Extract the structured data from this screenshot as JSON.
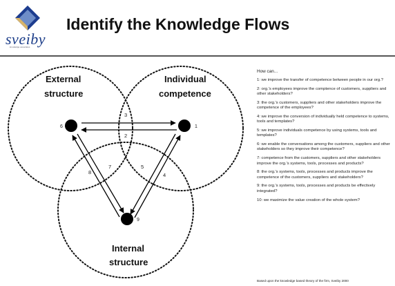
{
  "header": {
    "logo_text": "sveiby",
    "logo_subtext": "knowledge associates",
    "title": "Identify the Knowledge Flows"
  },
  "diagram": {
    "circles": [
      {
        "id": "external",
        "label_lines": [
          "External",
          "structure"
        ]
      },
      {
        "id": "individual",
        "label_lines": [
          "Individual",
          "competence"
        ]
      },
      {
        "id": "internal",
        "label_lines": [
          "Internal",
          "structure"
        ]
      }
    ],
    "nodes": [
      {
        "id": "external-node",
        "label": "6"
      },
      {
        "id": "individual-node",
        "label": "1"
      },
      {
        "id": "internal-node",
        "label": "9"
      }
    ],
    "flows": [
      {
        "id": "3",
        "from": "external-node",
        "to": "individual-node"
      },
      {
        "id": "2",
        "from": "individual-node",
        "to": "external-node"
      },
      {
        "id": "7",
        "from": "external-node",
        "to": "internal-node"
      },
      {
        "id": "8",
        "from": "internal-node",
        "to": "external-node"
      },
      {
        "id": "5",
        "from": "individual-node",
        "to": "internal-node"
      },
      {
        "id": "4",
        "from": "internal-node",
        "to": "individual-node"
      }
    ]
  },
  "questions": {
    "header": "How can...",
    "items": [
      "1: we improve the transfer of competence between people in our org.?",
      "2: org.'s employees improve the comptence of customers, suppliers and other stakeholders?",
      "3: the org.'s customers, suppliers and other stakeholders improve the competence of the employees?",
      "4: we improve the conversion of individually held competence to systems, tools and templates?",
      "5: we improve individuals competence by using systems, tools and templates?",
      "6: we enable the conversations among the customers, suppliers and other stakeholders so they improve their competence?",
      "7: competence from the customers, suppliers and other stakeholders improve the org.'s systems, tools, processes and products?",
      "8: the org.'s systems, tools, processes and products improve the competence of the customers, suppliers and stakeholders?",
      "9: the org.'s systems, tools, processes and products be effectively integrated?",
      "10: we maximize the value creation of the whole system?"
    ]
  },
  "footer": {
    "source": "Based upon the knowledge based theory of the firm, Sveiby 2000"
  },
  "colors": {
    "logo_text": "#1e3f8a",
    "logo_mark_top": "#1d3d8f",
    "logo_mark_accent": "#d8b46a",
    "node_fill": "#000000"
  }
}
